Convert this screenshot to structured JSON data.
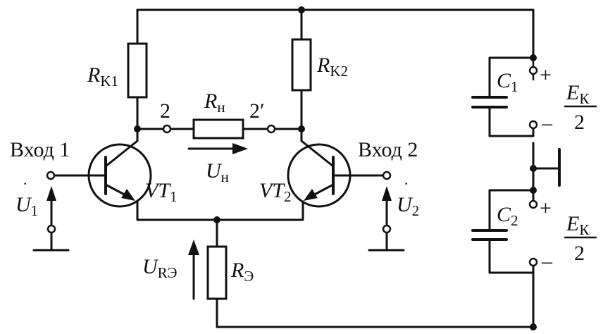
{
  "labels": {
    "rk1": {
      "main": "R",
      "sub": "K1"
    },
    "rk2": {
      "main": "R",
      "sub": "K2"
    },
    "rn": {
      "main": "R",
      "sub": "н"
    },
    "re": {
      "main": "R",
      "sub": "Э"
    },
    "node2": "2",
    "node2p": "2′",
    "un": {
      "main": "U",
      "sub": "н"
    },
    "ure": {
      "main": "U",
      "sub": "RЭ"
    },
    "input1": "Вход 1",
    "input2": "Вход 2",
    "u1": {
      "main": "U",
      "sub": "1"
    },
    "u2": {
      "main": "U",
      "sub": "2"
    },
    "vt1": {
      "main": "VT",
      "sub": "1"
    },
    "vt2": {
      "main": "VT",
      "sub": "2"
    },
    "c1": {
      "main": "C",
      "sub": "1"
    },
    "c2": {
      "main": "C",
      "sub": "2"
    },
    "plus": "+",
    "minus": "–",
    "ek": {
      "main": "E",
      "sub": "К"
    },
    "two": "2"
  }
}
